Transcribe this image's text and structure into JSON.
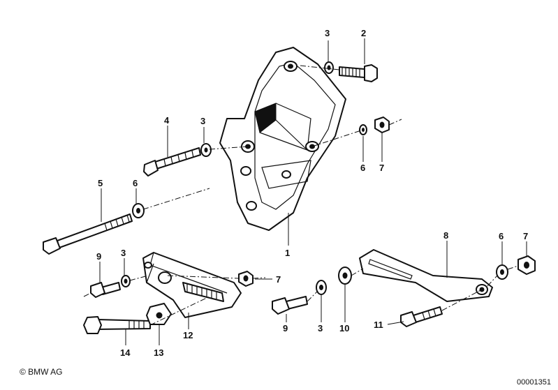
{
  "diagram": {
    "callouts": {
      "p1": "1",
      "p2": "2",
      "p3a": "3",
      "p3b": "3",
      "p3c": "3",
      "p3d": "3",
      "p4": "4",
      "p5": "5",
      "p6a": "6",
      "p6b": "6",
      "p6c": "6",
      "p7a": "7",
      "p7b": "7",
      "p7c": "7",
      "p8": "8",
      "p9a": "9",
      "p9b": "9",
      "p10": "10",
      "p11": "11",
      "p12": "12",
      "p13": "13",
      "p14": "14"
    }
  },
  "footer": {
    "copyright": "© BMW AG",
    "doc_number": "00001351"
  }
}
